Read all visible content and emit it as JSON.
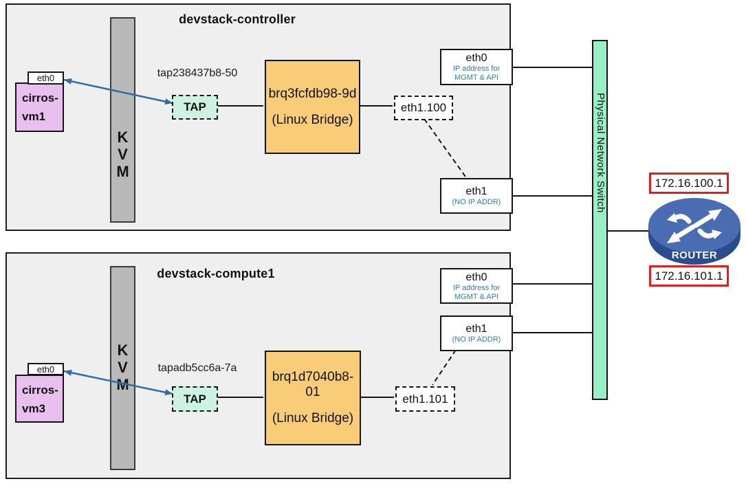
{
  "hosts": [
    {
      "title": "devstack-controller",
      "kvm": "KVM",
      "vm_nic": "eth0",
      "vm_line1": "cirros-",
      "vm_line2": "vm1",
      "tap_label": "tap238437b8-50",
      "tap": "TAP",
      "bridge_name": "brq3fcfdb98-9d",
      "bridge_type": "(Linux Bridge)",
      "vlan": "eth1.100",
      "eth0": {
        "name": "eth0",
        "note1": "IP address for",
        "note2": "MGMT & API"
      },
      "eth1": {
        "name": "eth1",
        "note": "(NO IP ADDR)"
      }
    },
    {
      "title": "devstack-compute1",
      "kvm": "KVM",
      "vm_nic": "eth0",
      "vm_line1": "cirros-",
      "vm_line2": "vm3",
      "tap_label": "tapadb5cc6a-7a",
      "tap": "TAP",
      "bridge_name": "brq1d7040b8-01",
      "bridge_type": "(Linux Bridge)",
      "vlan": "eth1.101",
      "eth0": {
        "name": "eth0",
        "note1": "IP address for",
        "note2": "MGMT & API"
      },
      "eth1": {
        "name": "eth1",
        "note": "(NO IP ADDR)"
      }
    }
  ],
  "switch": {
    "label": "Physical Network Switch"
  },
  "router": {
    "label": "ROUTER",
    "ip_top": "172.16.100.1",
    "ip_bottom": "172.16.101.1"
  },
  "colors": {
    "host_bg": "#efefef",
    "kvm_gray": "#b9b9b9",
    "vm_purple": "#e8c0ee",
    "tap_mint": "#cdf2e2",
    "bridge_orange": "#f9cc78",
    "switch_green": "#98efc5",
    "note_blue": "#3579b5",
    "arrow_blue": "#2e6da8",
    "ip_red_border": "#e51c1c",
    "router_blue_top": "#4a6cb3",
    "router_blue_dark": "#2b4d8e"
  }
}
